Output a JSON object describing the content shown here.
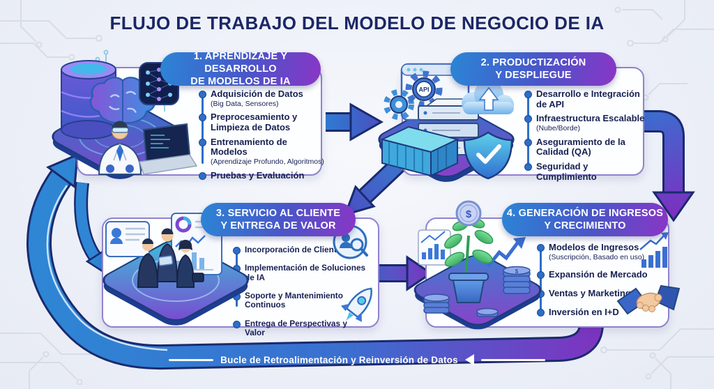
{
  "title": "FLUJO DE TRABAJO DEL MODELO DE NEGOCIO DE IA",
  "banner": {
    "label": "Bucle de Retroalimentación y Reinversión de Datos",
    "arrow_icon": "left-arrow-icon"
  },
  "labels": {
    "api_badge": "API",
    "dollar_sign": "$"
  },
  "boxes": [
    {
      "header_line1": "1. APRENDIZAJE Y DESARROLLO",
      "header_line2": "DE MODELOS DE IA",
      "items": [
        {
          "text": "Adquisición de Datos",
          "sub": "(Big Data, Sensores)"
        },
        {
          "text": "Preprocesamiento y Limpieza de Datos"
        },
        {
          "text": "Entrenamiento de Modelos",
          "sub": "(Aprendizaje Profundo, Algoritmos)"
        },
        {
          "text": "Pruebas y Evaluación"
        }
      ],
      "icons": [
        "database-icon",
        "brain-icon",
        "neural-network-icon",
        "scientist-illustration",
        "laptop-icon",
        "platform-icon"
      ]
    },
    {
      "header_line1": "2. PRODUCTIZACIÓN",
      "header_line2": "Y DESPLIEGUE",
      "items": [
        {
          "text": "Desarrollo e Integración de API"
        },
        {
          "text": "Infraestructura Escalable",
          "sub": "(Nube/Borde)"
        },
        {
          "text": "Aseguramiento de la Calidad (QA)"
        },
        {
          "text": "Seguridad y Cumplimiento"
        }
      ],
      "icons": [
        "api-window-icon",
        "gear-icon",
        "server-stack-icon",
        "container-icon",
        "cloud-upload-icon",
        "shield-check-icon",
        "platform-icon"
      ]
    },
    {
      "header_line1": "3. SERVICIO AL CLIENTE",
      "header_line2": "Y ENTREGA DE VALOR",
      "items": [
        {
          "text": "Incorporación de Clientes"
        },
        {
          "text": "Implementación de Soluciones de IA"
        },
        {
          "text": "Soporte y Mantenimiento Continuos"
        },
        {
          "text": "Entrega de Perspectivas y Valor"
        }
      ],
      "icons": [
        "team-illustration",
        "profile-card-icon",
        "analytics-dashboard-icon",
        "customer-search-icon",
        "rocket-icon",
        "platform-icon"
      ]
    },
    {
      "header_line1": "4. GENERACIÓN DE INGRESOS",
      "header_line2": "Y CRECIMIENTO",
      "items": [
        {
          "text": "Modelos de Ingresos",
          "sub": "(Suscripción, Basado en uso)"
        },
        {
          "text": "Expansión de Mercado"
        },
        {
          "text": "Ventas y Marketing"
        },
        {
          "text": "Inversión en I+D"
        }
      ],
      "icons": [
        "money-plant-illustration",
        "coin-stacks-icon",
        "bar-chart-icon",
        "growth-arrow-icon",
        "revenue-chart-icon",
        "handshake-icon",
        "platform-icon"
      ]
    }
  ],
  "arrows": [
    "flow-arrow-1-2",
    "flow-arrow-2-3",
    "flow-arrow-3-4",
    "flow-arrow-2-4",
    "flow-arrow-1-3",
    "feedback-loop-arrow"
  ],
  "colors": {
    "title_navy": "#1b2766",
    "header_gradient_start": "#2b85d6",
    "header_gradient_end": "#8a36c6",
    "card_border": "#8f82cf",
    "bullet_blue": "#2d6fc8",
    "text_navy": "#172052",
    "arrow_blue": "#2e86d4",
    "arrow_purple": "#7c35c0",
    "background": "#eef1f7"
  }
}
